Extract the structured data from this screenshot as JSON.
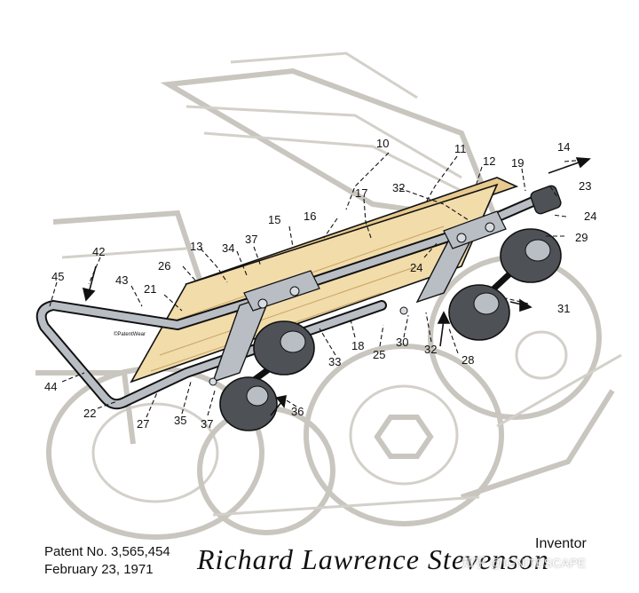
{
  "patent": {
    "number_line": "Patent No. 3,565,454",
    "date_line": "February 23, 1971"
  },
  "inventor": {
    "label": "Inventor",
    "signature": "Richard Lawrence Stevenson"
  },
  "copyright_mark": "©PatentWear",
  "watermark": "知乎 @IGNITESCAPE",
  "colors": {
    "board": "#e8c98e",
    "board_dark": "#c9a363",
    "metal": "#b9bec4",
    "wheel": "#4e5257",
    "ghost": "#c9c6c0",
    "ink": "#111111"
  },
  "callouts": {
    "c10": "10",
    "c11": "11",
    "c12": "12",
    "c13": "13",
    "c14": "14",
    "c15": "15",
    "c16": "16",
    "c17": "17",
    "c18": "18",
    "c19": "19",
    "c21": "21",
    "c22": "22",
    "c23": "23",
    "c24a": "24",
    "c24b": "24",
    "c25": "25",
    "c26": "26",
    "c27": "27",
    "c28": "28",
    "c29": "29",
    "c30": "30",
    "c31": "31",
    "c32a": "32",
    "c32b": "32",
    "c33": "33",
    "c34": "34",
    "c35": "35",
    "c36": "36",
    "c37a": "37",
    "c37b": "37",
    "c42": "42",
    "c43": "43",
    "c44": "44",
    "c45": "45"
  }
}
